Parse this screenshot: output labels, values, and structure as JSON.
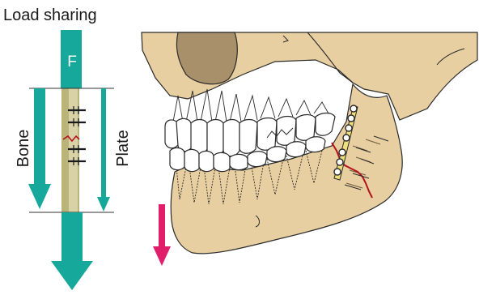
{
  "diagram": {
    "title": "Load sharing",
    "force_label": "F",
    "bone_label": "Bone",
    "plate_label": "Plate"
  },
  "colors": {
    "force_arrow": "#16a89a",
    "bone_segment": "#b9b47a",
    "plate_segment": "#d8d2a6",
    "fracture_line": "#b2121b",
    "screw": "#1a1a1a",
    "skull_bone": "#e8cfa1",
    "skull_shadow": "#c9ad7e",
    "orbit": "#a8916a",
    "teeth": "#ffffff",
    "mini_plate": "#f0e07a",
    "displacement_arrow": "#e01e6a"
  },
  "icons": {
    "skull": "mandible-fracture-illustration",
    "plate": "miniplate-with-screws"
  }
}
